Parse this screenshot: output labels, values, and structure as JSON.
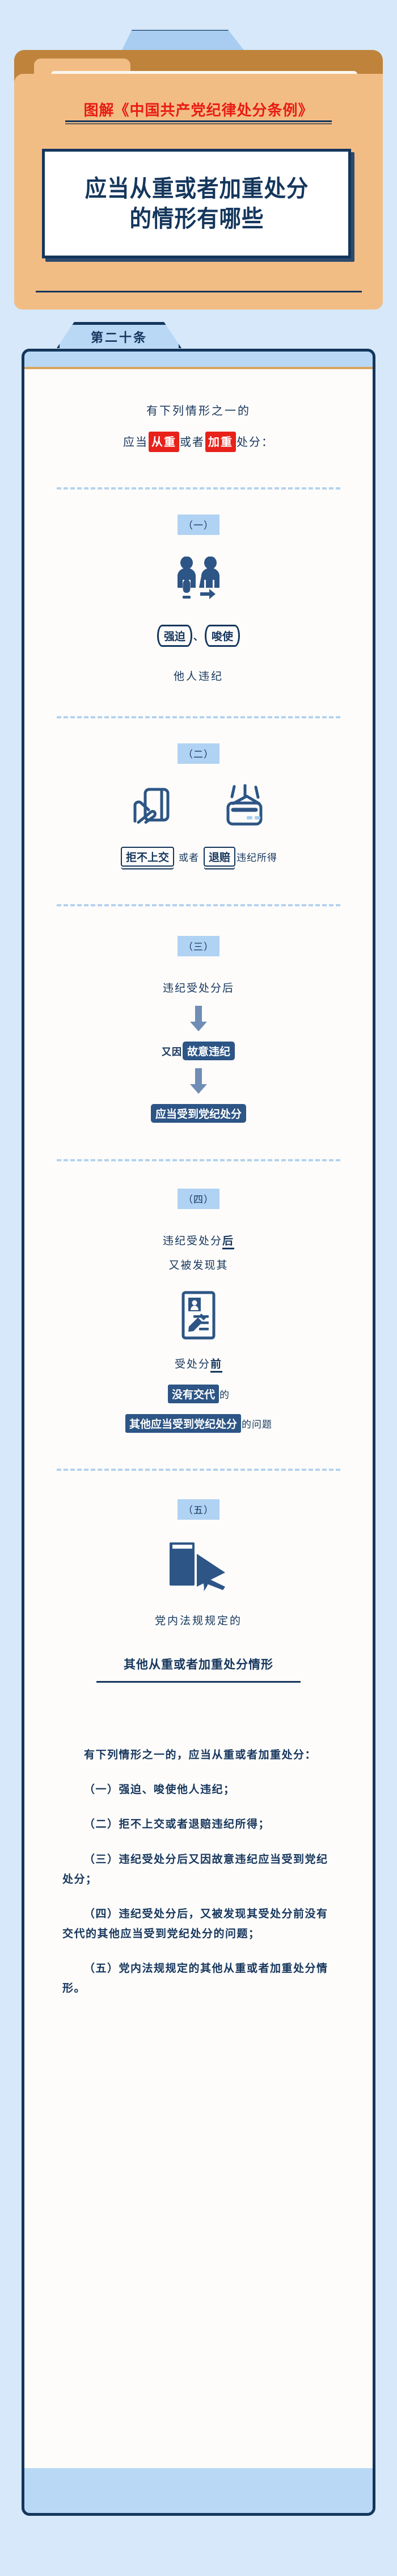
{
  "header": {
    "series_title": "图解《中国共产党纪律处分条例》",
    "main_title_line1": "应当从重或者加重处分",
    "main_title_line2": "的情形有哪些",
    "article_badge": "第二十条"
  },
  "intro": {
    "line1": "有下列情形之一的",
    "line2_a": "应当",
    "line2_chip1": "从重",
    "line2_b": "或者",
    "line2_chip2": "加重",
    "line2_c": "处分："
  },
  "sections": [
    {
      "marker": "（一）",
      "icon": "two-people-coercion-icon",
      "chip1": "强迫",
      "sep": "、",
      "chip2": "唆使",
      "caption": "他人违纪"
    },
    {
      "marker": "（二）",
      "icon_left": "hand-holding-card-icon",
      "icon_right": "wallet-cash-icon",
      "chip1": "拒不上交",
      "mid": "或者",
      "chip2": "退赔",
      "tail": "违纪所得"
    },
    {
      "marker": "（三）",
      "step1": "违纪受处分后",
      "step2_prefix": "又因",
      "step2_chip": "故意违纪",
      "step3_chip": "应当受到党纪处分"
    },
    {
      "marker": "（四）",
      "line1_a": "违纪受处分",
      "line1_em": "后",
      "line2": "又被发现其",
      "icon": "id-document-pencil-icon",
      "line3_a": "受处分",
      "line3_em": "前",
      "line4_chip": "没有交代",
      "line4_tail": "的",
      "line5_chip": "其他应当受到党纪处分",
      "line5_tail": "的问题"
    },
    {
      "marker": "（五）",
      "icon": "books-icon",
      "line1": "党内法规规定的",
      "line2": "其他从重或者加重处分情形"
    }
  ],
  "legal_text": {
    "lead": "有下列情形之一的，应当从重或者加重处分：",
    "items": [
      "（一）强迫、唆使他人违纪；",
      "（二）拒不上交或者退赔违纪所得；",
      "（三）违纪受处分后又因故意违纪应当受到党纪处分；",
      "（四）违纪受处分后，又被发现其受处分前没有交代的其他应当受到党纪处分的问题；",
      "（五）党内法规规定的其他从重或者加重处分情形。"
    ]
  },
  "colors": {
    "page_bg": "#d6e8f9",
    "navy": "#14365d",
    "red": "#e8211b",
    "folder_orange": "#f2bd85",
    "folder_brown": "#bf833b",
    "light_blue": "#b0d2f3",
    "chip_navy": "#2d5585",
    "arrow_gray_blue": "#6f8db5"
  }
}
